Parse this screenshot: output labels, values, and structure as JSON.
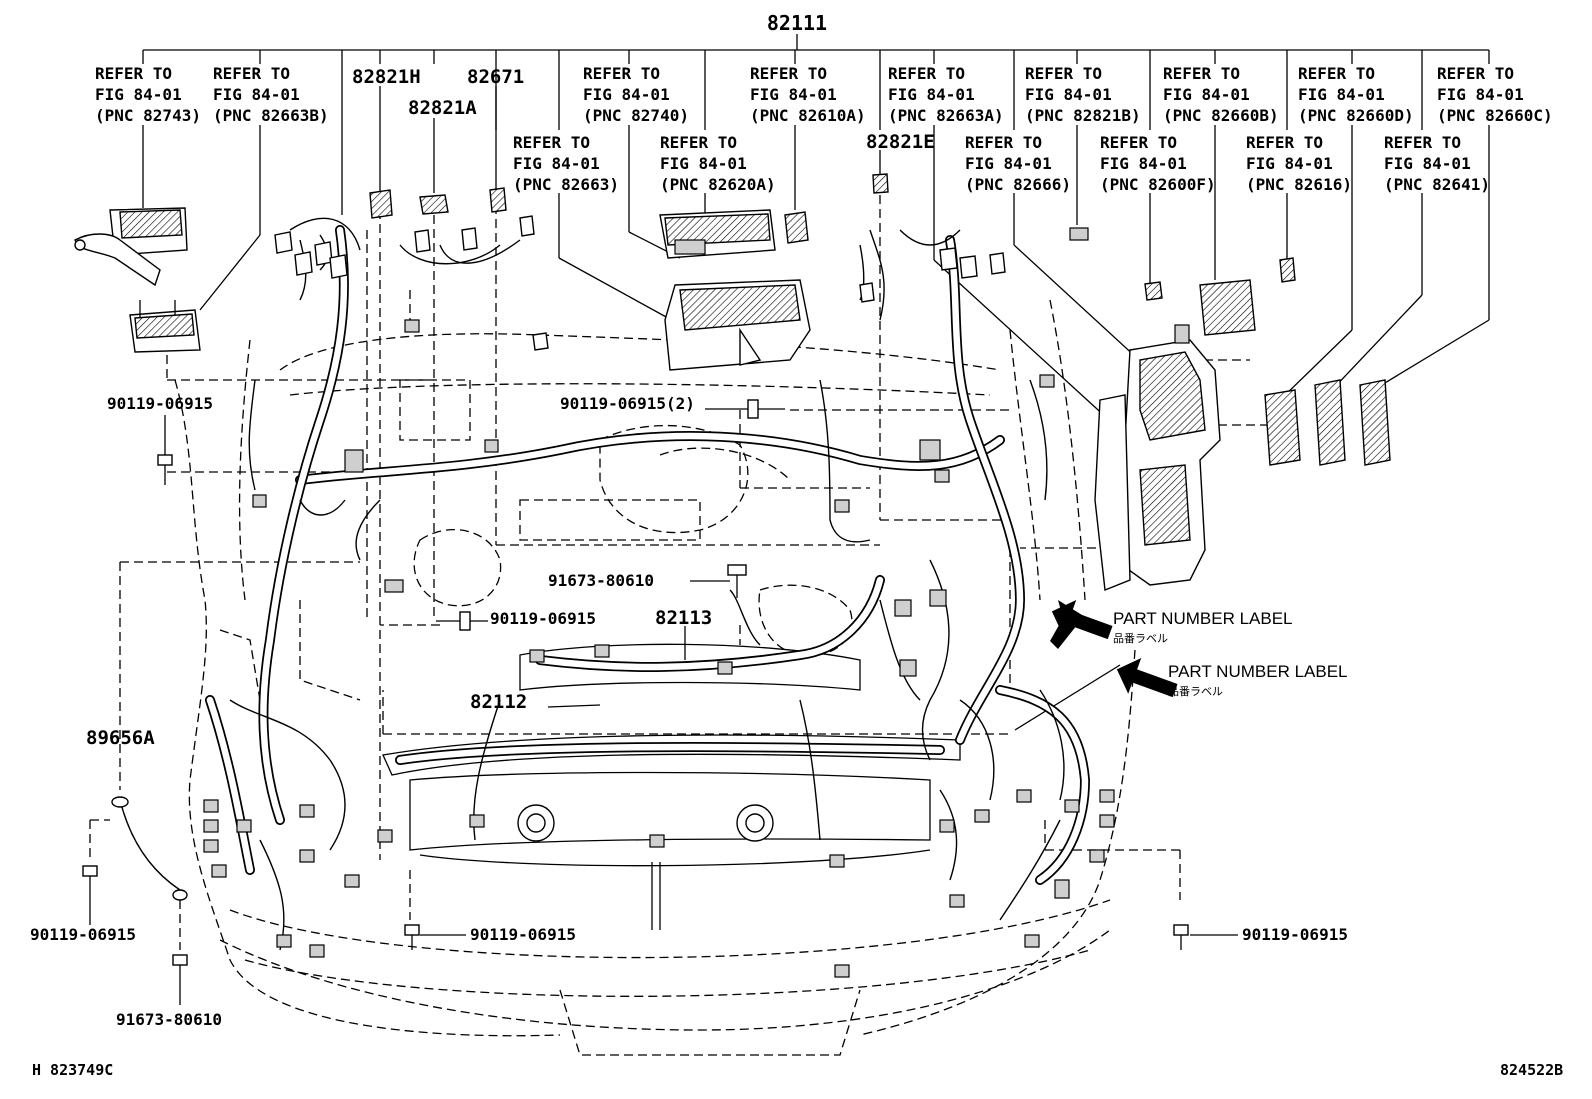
{
  "top_part": "82111",
  "refer_callouts": [
    {
      "line1": "REFER TO",
      "line2": "FIG 84-01",
      "line3": "(PNC 82743)"
    },
    {
      "line1": "REFER TO",
      "line2": "FIG 84-01",
      "line3": "(PNC 82663B)"
    },
    {
      "line1": "REFER TO",
      "line2": "FIG 84-01",
      "line3": "(PNC 82740)"
    },
    {
      "line1": "REFER TO",
      "line2": "FIG 84-01",
      "line3": "(PNC 82610A)"
    },
    {
      "line1": "REFER TO",
      "line2": "FIG 84-01",
      "line3": "(PNC 82663A)"
    },
    {
      "line1": "REFER TO",
      "line2": "FIG 84-01",
      "line3": "(PNC 82821B)"
    },
    {
      "line1": "REFER TO",
      "line2": "FIG 84-01",
      "line3": "(PNC 82660B)"
    },
    {
      "line1": "REFER TO",
      "line2": "FIG 84-01",
      "line3": "(PNC 82660D)"
    },
    {
      "line1": "REFER TO",
      "line2": "FIG 84-01",
      "line3": "(PNC 82660C)"
    },
    {
      "line1": "REFER TO",
      "line2": "FIG 84-01",
      "line3": "(PNC 82663)"
    },
    {
      "line1": "REFER TO",
      "line2": "FIG 84-01",
      "line3": "(PNC 82620A)"
    },
    {
      "line1": "REFER TO",
      "line2": "FIG 84-01",
      "line3": "(PNC 82666)"
    },
    {
      "line1": "REFER TO",
      "line2": "FIG 84-01",
      "line3": "(PNC 82600F)"
    },
    {
      "line1": "REFER TO",
      "line2": "FIG 84-01",
      "line3": "(PNC 82616)"
    },
    {
      "line1": "REFER TO",
      "line2": "FIG 84-01",
      "line3": "(PNC 82641)"
    }
  ],
  "part_numbers": {
    "p82821H": "82821H",
    "p82671": "82671",
    "p82821A": "82821A",
    "p82821E": "82821E",
    "p82113": "82113",
    "p82112": "82112",
    "p89656A": "89656A",
    "bolt_upper_left": "90119-06915",
    "bolt_center_2": "90119-06915(2)",
    "bolt_91673_center": "91673-80610",
    "bolt_center_low": "90119-06915",
    "bolt_bottom_left": "90119-06915",
    "bolt_bottom_center": "90119-06915",
    "bolt_bottom_right": "90119-06915",
    "bolt_91673_bottom": "91673-80610"
  },
  "labels": {
    "part_number_label_1": "PART NUMBER LABEL",
    "part_number_label_1_jp": "品番ラベル",
    "part_number_label_2": "PART NUMBER LABEL",
    "part_number_label_2_jp": "品番ラベル"
  },
  "footer": {
    "left_code": "H 823749C",
    "right_code": "824522B"
  }
}
